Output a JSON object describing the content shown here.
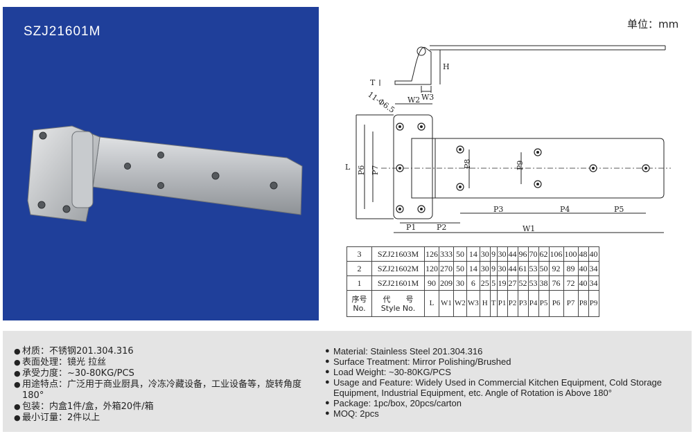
{
  "product": {
    "model": "SZJ21601M"
  },
  "drawing": {
    "unit_label": "单位：mm",
    "labels": {
      "H": "H",
      "T": "T",
      "W3": "W3",
      "W2": "W2",
      "L": "L",
      "P6": "P6",
      "P7": "P7",
      "P8": "P8",
      "P9": "P9",
      "P1": "P1",
      "P2": "P2",
      "P3": "P3",
      "P4": "P4",
      "P5": "P5",
      "W1": "W1",
      "hole": "11-Φ6.5"
    }
  },
  "spec_table": {
    "header": {
      "seq_cn": "序号",
      "seq_en": "No.",
      "code_cn": "代　　号",
      "code_en": "Style No.",
      "cols": [
        "L",
        "W1",
        "W2",
        "W3",
        "H",
        "T",
        "P1",
        "P2",
        "P3",
        "P4",
        "P5",
        "P6",
        "P7",
        "P8",
        "P9"
      ]
    },
    "rows": [
      {
        "no": "3",
        "style": "SZJ21603M",
        "values": [
          "126",
          "333",
          "50",
          "14",
          "30",
          "9",
          "30",
          "44",
          "96",
          "70",
          "62",
          "106",
          "100",
          "48",
          "40"
        ]
      },
      {
        "no": "2",
        "style": "SZJ21602M",
        "values": [
          "120",
          "270",
          "50",
          "14",
          "30",
          "9",
          "30",
          "44",
          "61",
          "53",
          "50",
          "92",
          "89",
          "40",
          "34"
        ]
      },
      {
        "no": "1",
        "style": "SZJ21601M",
        "values": [
          "90",
          "209",
          "30",
          "6",
          "25",
          "5",
          "19",
          "27",
          "52",
          "53",
          "38",
          "76",
          "72",
          "40",
          "34"
        ]
      }
    ]
  },
  "info_cn": [
    "材质：不锈钢201.304.316",
    "表面处理：镜光 拉丝",
    "承受力度：~30-80KG/PCS",
    "用途特点：广泛用于商业厨具，冷冻冷藏设备，工业设备等，旋转角度180°",
    "包装：内盒1件/盒，外箱20件/箱",
    "最小订量：2件以上"
  ],
  "info_en": [
    "Material: Stainless Steel 201.304.316",
    "Surface Treatment: Mirror Polishing/Brushed",
    "Load Weight: ~30-80KG/PCS",
    "Usage and Feature: Widely Used in Commercial Kitchen Equipment, Cold Storage Equipment, Industrial Equipment, etc. Angle of Rotation is Above 180°",
    "Package: 1pc/box, 20pcs/carton",
    "MOQ: 2pcs"
  ],
  "colors": {
    "photo_bg": "#1f3f9a",
    "info_bg": "#e4e4e4",
    "metal": "#b9bcc0"
  }
}
